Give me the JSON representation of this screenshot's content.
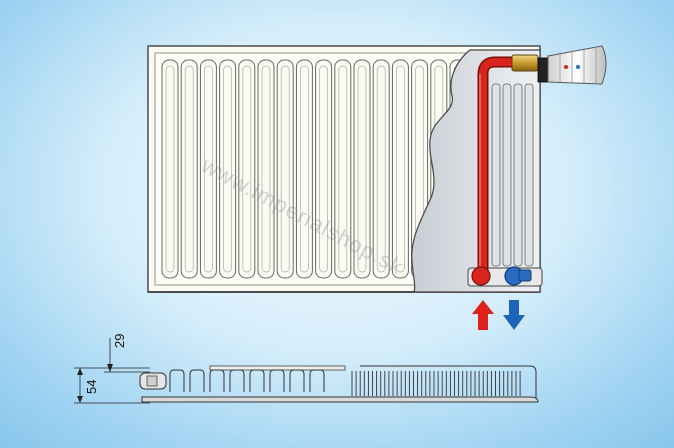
{
  "diagram": {
    "watermark": "www.imperialshop.sk",
    "dimensions": {
      "top_offset": "29",
      "depth": "54"
    },
    "flow": {
      "inlet_color": "#e0201c",
      "outlet_color": "#1c64b8"
    },
    "radiator": {
      "front_columns": 17,
      "cutaway_columns": 4,
      "profile_front_slots": 8,
      "profile_back_fins": 42
    },
    "colors": {
      "background": "#a9d8f3",
      "panel": "#fbfbf2",
      "panel_stroke": "#555555",
      "pipe": "#d7241e",
      "valve": "#2a6bbf"
    }
  }
}
